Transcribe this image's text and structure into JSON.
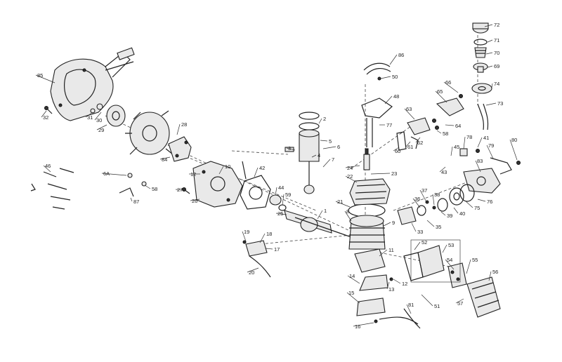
{
  "diagram": {
    "callouts": [
      {
        "id": "c72",
        "text": "72"
      },
      {
        "id": "c71",
        "text": "71"
      },
      {
        "id": "c70",
        "text": "70"
      },
      {
        "id": "c69",
        "text": "69"
      },
      {
        "id": "c74",
        "text": "74"
      },
      {
        "id": "c73",
        "text": "73"
      },
      {
        "id": "c66",
        "text": "66"
      },
      {
        "id": "c65a",
        "text": "65"
      },
      {
        "id": "c64",
        "text": "64"
      },
      {
        "id": "c63",
        "text": "63"
      },
      {
        "id": "c62",
        "text": "62"
      },
      {
        "id": "c61",
        "text": "61"
      },
      {
        "id": "c60",
        "text": "60"
      },
      {
        "id": "c58",
        "text": "58"
      },
      {
        "id": "c48",
        "text": "48"
      },
      {
        "id": "c77",
        "text": "77"
      },
      {
        "id": "c86",
        "text": "86"
      },
      {
        "id": "c50",
        "text": "50"
      },
      {
        "id": "c85",
        "text": "85"
      },
      {
        "id": "c32",
        "text": "32"
      },
      {
        "id": "c31",
        "text": "31"
      },
      {
        "id": "c30",
        "text": "30"
      },
      {
        "id": "c29",
        "text": "29"
      },
      {
        "id": "c28",
        "text": "28"
      },
      {
        "id": "c84",
        "text": "84"
      },
      {
        "id": "c46",
        "text": "46"
      },
      {
        "id": "c6A",
        "text": "6A"
      },
      {
        "id": "c58b",
        "text": "58"
      },
      {
        "id": "c87",
        "text": "87"
      },
      {
        "id": "c27",
        "text": "27"
      },
      {
        "id": "c26",
        "text": "26"
      },
      {
        "id": "c12",
        "text": "12"
      },
      {
        "id": "c10",
        "text": "10"
      },
      {
        "id": "c42",
        "text": "42"
      },
      {
        "id": "c44",
        "text": "44"
      },
      {
        "id": "c59",
        "text": "59"
      },
      {
        "id": "c25",
        "text": "25"
      },
      {
        "id": "c1",
        "text": "1"
      },
      {
        "id": "c24",
        "text": "24"
      },
      {
        "id": "c22",
        "text": "22"
      },
      {
        "id": "c23",
        "text": "23"
      },
      {
        "id": "c21",
        "text": "21"
      },
      {
        "id": "c8",
        "text": "8"
      },
      {
        "id": "c9",
        "text": "9"
      },
      {
        "id": "c2",
        "text": "2"
      },
      {
        "id": "c3",
        "text": "3"
      },
      {
        "id": "c4",
        "text": "4"
      },
      {
        "id": "c5",
        "text": "5"
      },
      {
        "id": "c6",
        "text": "6"
      },
      {
        "id": "c7",
        "text": "7"
      },
      {
        "id": "c19",
        "text": "19"
      },
      {
        "id": "c18",
        "text": "18"
      },
      {
        "id": "c17",
        "text": "17"
      },
      {
        "id": "c20",
        "text": "20"
      },
      {
        "id": "c14",
        "text": "14"
      },
      {
        "id": "c15",
        "text": "15"
      },
      {
        "id": "c16",
        "text": "16"
      },
      {
        "id": "c13",
        "text": "13"
      },
      {
        "id": "c11",
        "text": "11"
      },
      {
        "id": "c12b",
        "text": "12"
      },
      {
        "id": "c33",
        "text": "33"
      },
      {
        "id": "c35",
        "text": "35"
      },
      {
        "id": "c36",
        "text": "36"
      },
      {
        "id": "c37",
        "text": "37"
      },
      {
        "id": "c38",
        "text": "38"
      },
      {
        "id": "c39",
        "text": "39"
      },
      {
        "id": "c40",
        "text": "40"
      },
      {
        "id": "c43",
        "text": "43"
      },
      {
        "id": "c45",
        "text": "45"
      },
      {
        "id": "c41",
        "text": "41"
      },
      {
        "id": "c78",
        "text": "78"
      },
      {
        "id": "c79",
        "text": "79"
      },
      {
        "id": "c80",
        "text": "80"
      },
      {
        "id": "c83",
        "text": "83"
      },
      {
        "id": "c75",
        "text": "75"
      },
      {
        "id": "c76",
        "text": "76"
      },
      {
        "id": "c52",
        "text": "52"
      },
      {
        "id": "c53",
        "text": "53"
      },
      {
        "id": "c54",
        "text": "54"
      },
      {
        "id": "c55",
        "text": "55"
      },
      {
        "id": "c56",
        "text": "56"
      },
      {
        "id": "c57",
        "text": "57"
      },
      {
        "id": "c51",
        "text": "51"
      },
      {
        "id": "c81",
        "text": "81"
      }
    ]
  }
}
